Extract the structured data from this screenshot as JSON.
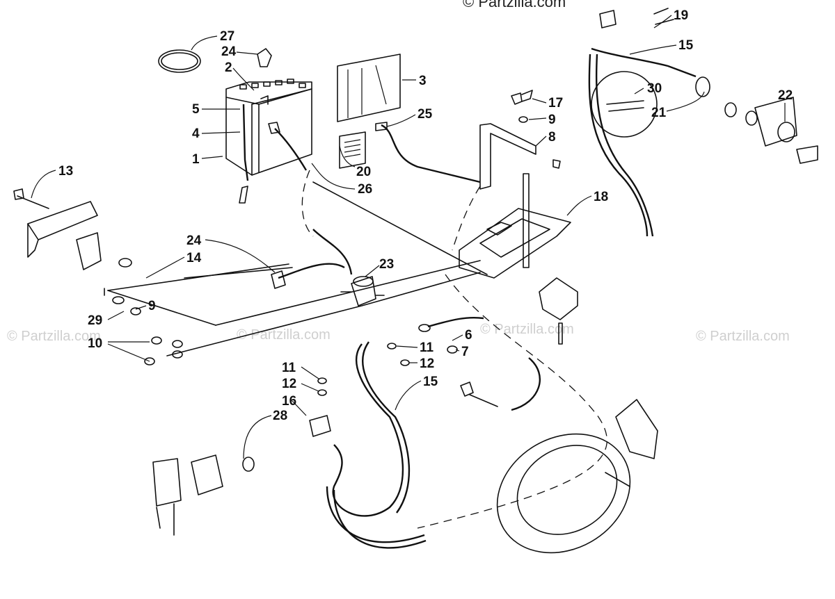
{
  "watermarks": {
    "top_center": "© Partzilla.com",
    "left": "© Partzilla.com",
    "center": "© Partzilla.com",
    "center_right": "© Partzilla.com",
    "right": "© Partzilla.com"
  },
  "callouts": {
    "c27": "27",
    "c24a": "24",
    "c2": "2",
    "c3": "3",
    "c5": "5",
    "c4": "4",
    "c1": "1",
    "c25": "25",
    "c20": "20",
    "c26": "26",
    "c17": "17",
    "c9a": "9",
    "c8": "8",
    "c19": "19",
    "c15a": "15",
    "c30": "30",
    "c21": "21",
    "c22": "22",
    "c18": "18",
    "c13": "13",
    "c24b": "24",
    "c14": "14",
    "c23": "23",
    "c9b": "9",
    "c29": "29",
    "c10": "10",
    "c6": "6",
    "c11a": "11",
    "c7": "7",
    "c12a": "12",
    "c11b": "11",
    "c12b": "12",
    "c15b": "15",
    "c16": "16",
    "c28": "28"
  }
}
